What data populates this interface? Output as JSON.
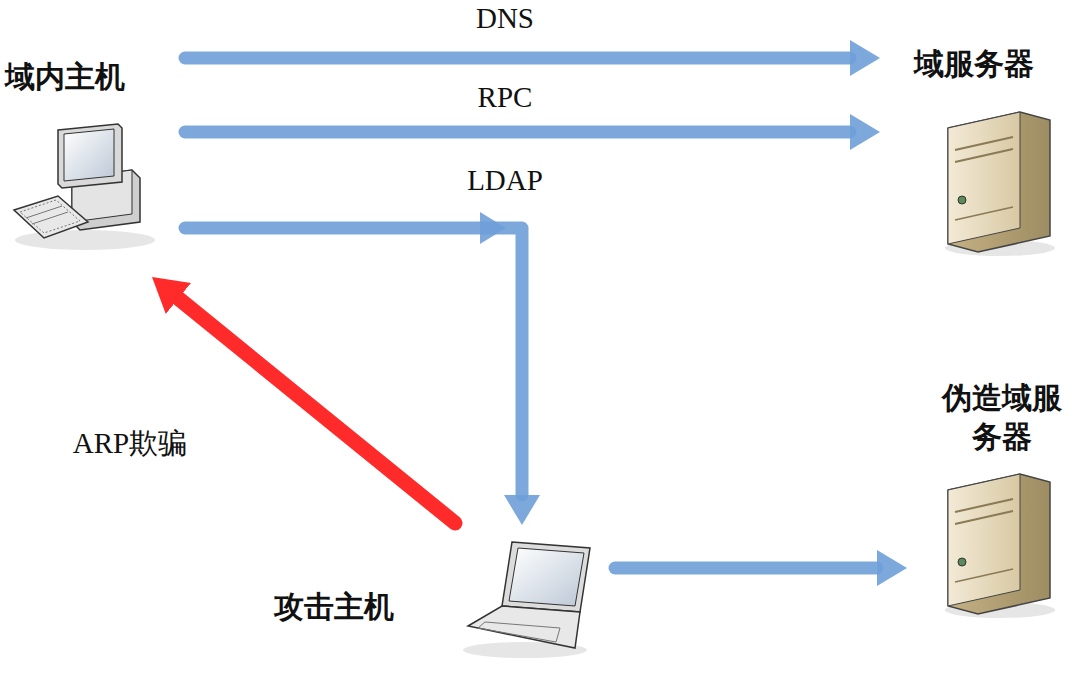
{
  "diagram": {
    "nodes": [
      {
        "text": [
          "域内主机"
        ]
      },
      {
        "text": [
          "域服务器"
        ]
      },
      {
        "text": [
          "伪造域服务器"
        ]
      },
      {
        "text": [
          "攻击主机"
        ]
      }
    ],
    "edges": [
      {
        "from": 0,
        "to": 1,
        "arrow": "to",
        "label": "DNS"
      },
      {
        "from": 0,
        "to": 1,
        "arrow": "to",
        "label": "RPC"
      },
      {
        "from": 0,
        "to": 3,
        "arrow": "to",
        "label": "LDAP"
      },
      {
        "from": 3,
        "to": 0,
        "arrow": "to",
        "label": "ARP欺骗"
      },
      {
        "from": 3,
        "to": 2,
        "arrow": "to"
      }
    ]
  }
}
